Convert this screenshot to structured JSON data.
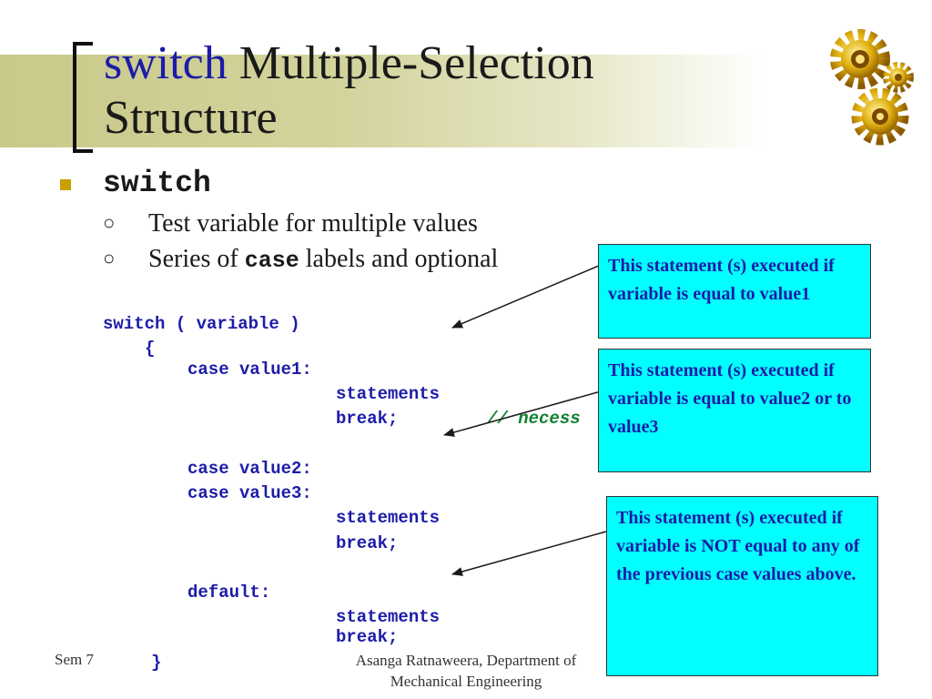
{
  "title": {
    "keyword": "switch",
    "rest_line1": "Multiple-Selection",
    "rest_line2": "Structure"
  },
  "bullet": {
    "label": "switch",
    "sub1": "Test variable for multiple values",
    "sub2_before": "Series of",
    "sub2_mono": "case",
    "sub2_after": "labels and optional"
  },
  "code": {
    "line1": "switch ( variable )",
    "line2": "{",
    "line3": "case value1:",
    "line4": "statements",
    "line5": "break;",
    "comment": "// necess",
    "line6": "case value2:",
    "line7": "case value3:",
    "line8": "statements",
    "line9": "break;",
    "line10": "default:",
    "line11": "statements",
    "line12": "break;",
    "line13": "}"
  },
  "callouts": [
    {
      "text": "This statement (s) executed  if variable is equal to value1"
    },
    {
      "text": "This statement (s) executed  if variable is equal to value2 or to value3"
    },
    {
      "text": "This statement (s) executed  if variable is NOT equal to any of the previous case values above."
    }
  ],
  "footer": {
    "left": "Sem 7",
    "center_line1": "Asanga Ratnaweera, Department of",
    "center_line2": "Mechanical Engineering"
  },
  "colors": {
    "keyword": "#1c1ca8",
    "comment": "#108030",
    "callout_bg": "#00ffff",
    "bullet": "#c8a000"
  },
  "icons": [
    "gears-icon"
  ]
}
